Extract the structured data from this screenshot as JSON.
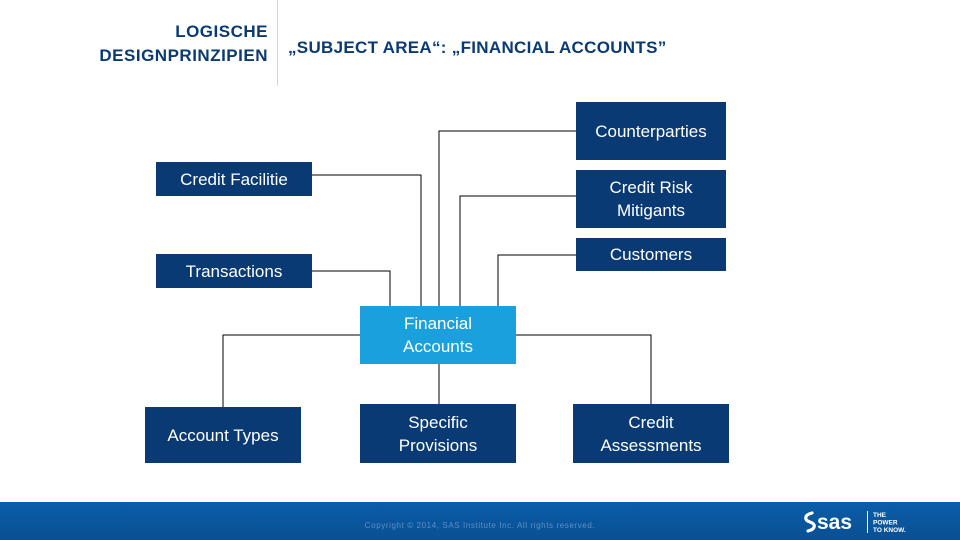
{
  "header": {
    "section_line1": "LOGISCHE",
    "section_line2": "DESIGNPRINZIPIEN",
    "title": "„SUBJECT AREA“: „FINANCIAL ACCOUNTS”"
  },
  "diagram": {
    "center": {
      "line1": "Financial",
      "line2": "Accounts"
    },
    "counterparties": {
      "line1": "Counterparties"
    },
    "credit_risk_mitigants": {
      "line1": "Credit Risk",
      "line2": "Mitigants"
    },
    "customers": {
      "line1": "Customers"
    },
    "credit_facilitie": {
      "line1": "Credit Facilitie"
    },
    "transactions": {
      "line1": "Transactions"
    },
    "account_types": {
      "line1": "Account Types"
    },
    "specific_provisions": {
      "line1": "Specific",
      "line2": "Provisions"
    },
    "credit_assessments": {
      "line1": "Credit",
      "line2": "Assessments"
    }
  },
  "footer": {
    "copyright": "Copyright © 2014, SAS Institute Inc. All rights reserved.",
    "logo_text": "sas",
    "tagline_1": "THE",
    "tagline_2": "POWER",
    "tagline_3": "TO KNOW."
  },
  "colors": {
    "dark_box": "#0a3a73",
    "center_box": "#1aa1dd",
    "footer": "#0a4f93",
    "title": "#0a3a73"
  }
}
